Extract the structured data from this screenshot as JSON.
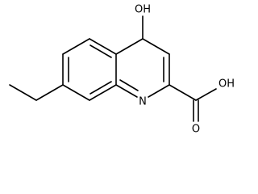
{
  "molecule": {
    "atom_labels": {
      "hydroxyl": "OH",
      "ring_nitrogen": "N",
      "carboxyl_hydroxyl": "OH",
      "carboxyl_oxygen": "O"
    }
  }
}
